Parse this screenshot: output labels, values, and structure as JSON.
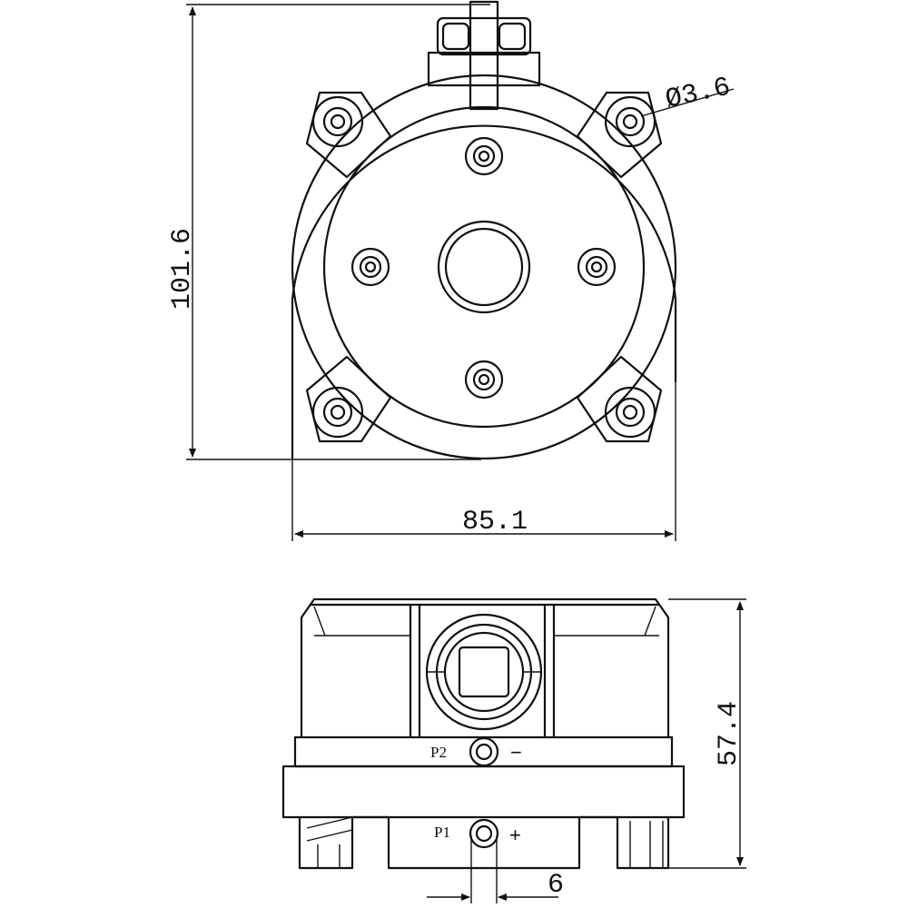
{
  "dimensions": {
    "height_top_view": "101.6",
    "width": "85.1",
    "hole_diameter": "Ø3.6",
    "height_front_view": "57.4",
    "port_spacing": "6"
  },
  "ports": {
    "p2_label": "P2",
    "p2_sign": "−",
    "p1_label": "P1",
    "p1_sign": "+"
  },
  "colors": {
    "line": "#111111",
    "background": "#ffffff"
  }
}
